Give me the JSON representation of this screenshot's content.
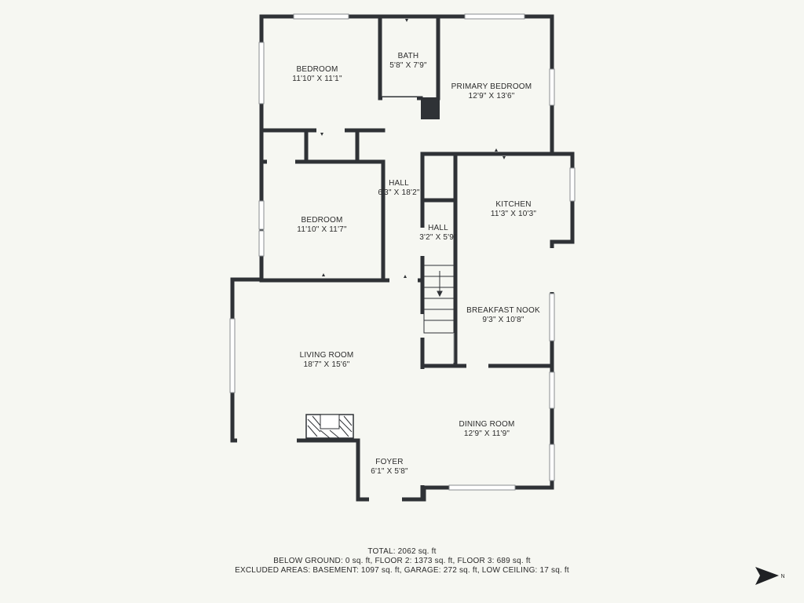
{
  "rooms": {
    "bedroom_top": {
      "name": "BEDROOM",
      "dim": "11'10\" X 11'1\""
    },
    "bath": {
      "name": "BATH",
      "dim": "5'8\" X 7'9\""
    },
    "primary_bedroom": {
      "name": "PRIMARY BEDROOM",
      "dim": "12'9\" X 13'6\""
    },
    "hall_main": {
      "name": "HALL",
      "dim": "6'3\" X 18'2\""
    },
    "bedroom_mid": {
      "name": "BEDROOM",
      "dim": "11'10\" X 11'7\""
    },
    "hall_small": {
      "name": "HALL",
      "dim": "3'2\" X 5'9\""
    },
    "kitchen": {
      "name": "KITCHEN",
      "dim": "11'3\" X 10'3\""
    },
    "breakfast_nook": {
      "name": "BREAKFAST NOOK",
      "dim": "9'3\" X 10'8\""
    },
    "living_room": {
      "name": "LIVING ROOM",
      "dim": "18'7\" X 15'6\""
    },
    "dining_room": {
      "name": "DINING ROOM",
      "dim": "12'9\" X 11'9\""
    },
    "foyer": {
      "name": "FOYER",
      "dim": "6'1\" X 5'8\""
    }
  },
  "footer": {
    "total": "TOTAL: 2062 sq. ft",
    "floors": "BELOW GROUND: 0 sq. ft, FLOOR 2: 1373 sq. ft, FLOOR 3: 689 sq. ft",
    "excluded": "EXCLUDED AREAS: BASEMENT: 1097 sq. ft, GARAGE: 272 sq. ft, LOW CEILING: 17 sq. ft"
  },
  "compass": {
    "label": "N"
  },
  "colors": {
    "wall": "#2f3236",
    "background": "#f6f7f2",
    "window": "#ffffff"
  }
}
